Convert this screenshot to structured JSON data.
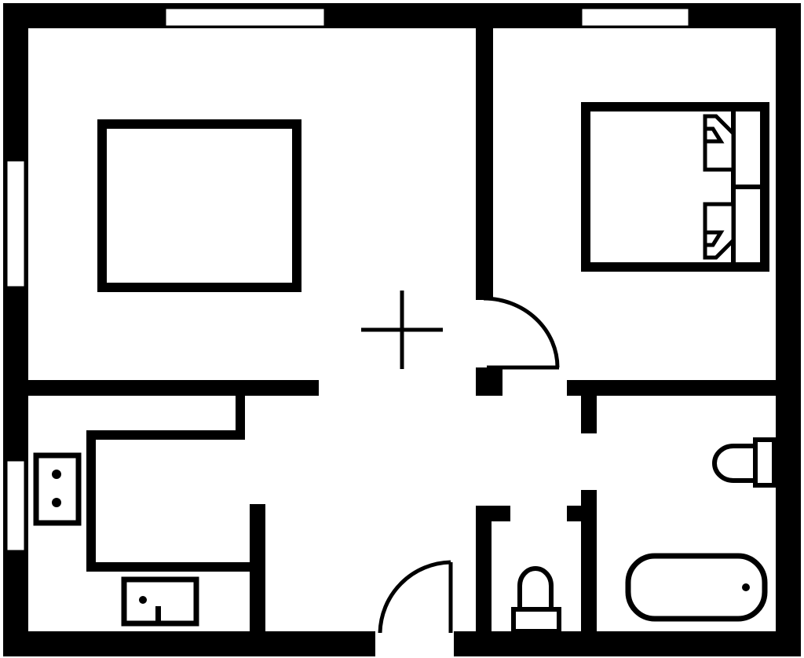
{
  "plan": {
    "ink_color": "#000000",
    "paper_color": "#ffffff",
    "symbols": [
      "floor-plan",
      "bedroom",
      "double-bed",
      "table",
      "hall-crosshair",
      "kitchen-counter",
      "kitchen-sink",
      "cooktop",
      "bathroom",
      "bathtub",
      "toilet",
      "wc",
      "door-swing",
      "window"
    ]
  }
}
